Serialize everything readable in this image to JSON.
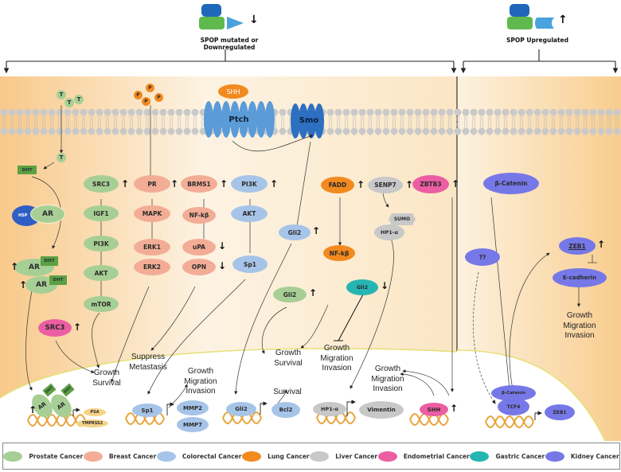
{
  "header": {
    "left_title": "SPOP mutated or Downregulated",
    "left_direction": "↓",
    "right_title": "SPOP Upregulated",
    "right_direction": "↑"
  },
  "colors": {
    "prostate": "#a7cf95",
    "breast": "#f3ad96",
    "colorectal": "#a6c4e8",
    "lung": "#f28a1f",
    "liver": "#c8c8c8",
    "endometrial": "#ec5ea3",
    "gastric": "#26b5b3",
    "kidney": "#7678e8",
    "spop_btb": "#1f67b8",
    "spop_math": "#5fb94d"
  },
  "membrane": {
    "ligands": {
      "testosterone": [
        "T",
        "T",
        "T"
      ],
      "progesterone": [
        "P",
        "P",
        "P",
        "P"
      ],
      "shh": "SHH"
    },
    "receptors": {
      "ptch": "Ptch",
      "smo": "Smo"
    }
  },
  "prostate": {
    "t_internal": "T",
    "dht": "DHT",
    "hsp": "HSP",
    "ar": "AR",
    "ar_dimer": [
      "AR",
      "AR"
    ],
    "dht_bound": [
      "DHT",
      "DHT"
    ],
    "src3_pathway": [
      "SRC3",
      "IGF1",
      "PI3K",
      "AKT",
      "mTOR"
    ],
    "src3_endometrial": "SRC3",
    "outcome": "Growth\nSurvival",
    "targets": [
      "PSA",
      "TMPRSS2"
    ],
    "nuclear_ar": [
      "AR",
      "AR"
    ],
    "nuclear_dht": [
      "DHT",
      "DHT"
    ]
  },
  "breast": {
    "pr_pathway": [
      "PR",
      "MAPK",
      "ERK1",
      "ERK2"
    ],
    "brms1_pathway": [
      "BRMS1",
      "NF-kβ",
      "uPA",
      "OPN"
    ],
    "outcome": "Suppress\nMetastasis"
  },
  "colorectal": {
    "pi3k_pathway": [
      "PI3K",
      "AKT",
      "Sp1"
    ],
    "gli2": "Gli2",
    "nuclear_sp1": "Sp1",
    "targets": [
      "MMP2",
      "MMP7"
    ],
    "outcome_sp1": "Growth\nMigration\nInvasion",
    "nuclear_gli2": "Gli2",
    "bcl2": "Bcl2",
    "outcome_gli2": "Survival"
  },
  "prostate_gli2": {
    "gli2": "Gli2"
  },
  "lung": {
    "fadd": "FADD",
    "nfkb": "NF-kβ",
    "outcome": "Growth\nSurvival"
  },
  "gastric": {
    "gli2": "Gli2",
    "outcome": "Growth\nMigration\nInvasion"
  },
  "liver": {
    "senp7": "SENP7",
    "sumo": "SUMO",
    "hp1a": "HP1-α",
    "nuclear_hp1a": "HP1-α",
    "vimentin": "Vimentin",
    "outcome": "Growth\nMigration\nInvasion"
  },
  "endometrial": {
    "zbtb3": "ZBTB3",
    "shh": "SHH"
  },
  "kidney": {
    "beta_catenin": "β-Catenin",
    "unknown": "??",
    "zeb1": "ZEB1",
    "e_cadherin": "E-cadherin",
    "outcome": "Growth\nMigration\nInvasion",
    "nuclear_beta_catenin": "β-Catenin",
    "tcf4": "TCF4",
    "nuclear_zeb1": "ZEB1"
  },
  "direction_marks": {
    "up": "↑",
    "down": "↓"
  },
  "legend": [
    {
      "label": "Prostate Cancer",
      "color": "#a7cf95"
    },
    {
      "label": "Breast Cancer",
      "color": "#f3ad96"
    },
    {
      "label": "Colorectal Cancer",
      "color": "#a6c4e8"
    },
    {
      "label": "Lung Cancer",
      "color": "#f28a1f"
    },
    {
      "label": "Liver Cancer",
      "color": "#c8c8c8"
    },
    {
      "label": "Endometrial Cancer",
      "color": "#ec5ea3"
    },
    {
      "label": "Gastric Cancer",
      "color": "#26b5b3"
    },
    {
      "label": "Kidney Cancer",
      "color": "#7678e8"
    }
  ]
}
